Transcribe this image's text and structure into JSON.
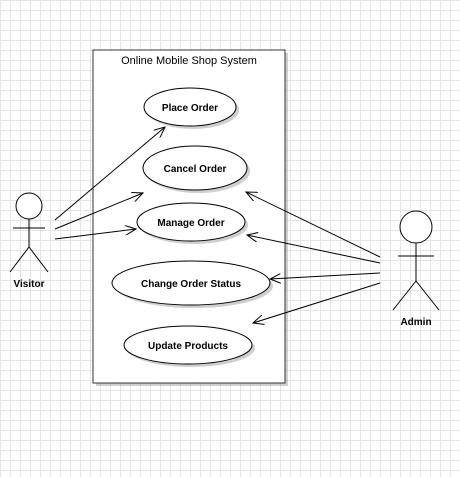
{
  "diagram": {
    "system_title": "Online Mobile Shop System",
    "use_cases": [
      {
        "id": "place_order",
        "label": "Place Order"
      },
      {
        "id": "cancel_order",
        "label": "Cancel Order"
      },
      {
        "id": "manage_order",
        "label": "Manage Order"
      },
      {
        "id": "change_order_status",
        "label": "Change Order Status"
      },
      {
        "id": "update_products",
        "label": "Update Products"
      }
    ],
    "actors": [
      {
        "id": "visitor",
        "label": "Visitor"
      },
      {
        "id": "admin",
        "label": "Admin"
      }
    ],
    "associations": [
      {
        "from": "visitor",
        "to": "place_order"
      },
      {
        "from": "visitor",
        "to": "cancel_order"
      },
      {
        "from": "visitor",
        "to": "manage_order"
      },
      {
        "from": "admin",
        "to": "cancel_order"
      },
      {
        "from": "admin",
        "to": "manage_order"
      },
      {
        "from": "admin",
        "to": "change_order_status"
      },
      {
        "from": "admin",
        "to": "update_products"
      }
    ]
  }
}
